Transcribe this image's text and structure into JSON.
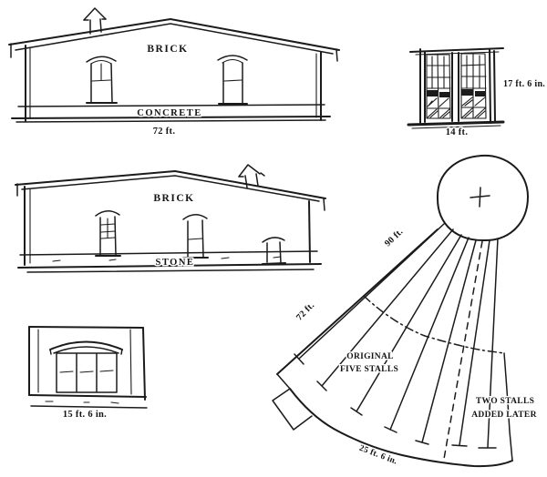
{
  "page": {
    "background": "#ffffff",
    "ink": "#1b1b1b"
  },
  "front_elevation": {
    "wall_material_label": "BRICK",
    "foundation_label": "CONCRETE",
    "length_dimension": "72 ft."
  },
  "stall_door_detail": {
    "height_dimension": "17 ft. 6 in.",
    "width_dimension": "14 ft."
  },
  "side_elevation": {
    "wall_material_label": "BRICK",
    "foundation_label": "STONE"
  },
  "door_opening_detail": {
    "width_dimension": "15 ft. 6 in."
  },
  "roundhouse_plan": {
    "stall_length_dimension": "90 ft.",
    "rear_wall_dimension": "72 ft.",
    "original_stalls_label_line1": "ORIGINAL",
    "original_stalls_label_line2": "FIVE STALLS",
    "added_stalls_label_line1": "TWO STALLS",
    "added_stalls_label_line2": "ADDED LATER",
    "stall_width_dimension": "25 ft. 6 in."
  }
}
